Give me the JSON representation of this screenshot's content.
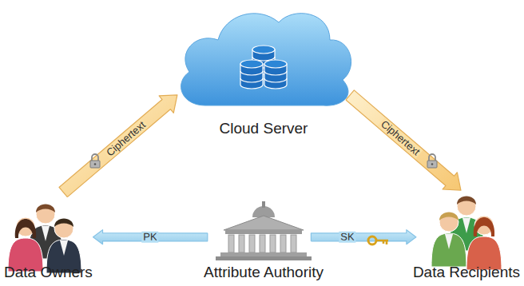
{
  "diagram": {
    "nodes": [
      {
        "text": [
          "Cloud Server"
        ]
      },
      {
        "text": [
          "Data Owners"
        ]
      },
      {
        "text": [
          "Attribute Authority"
        ]
      },
      {
        "text": [
          "Data Recipients"
        ]
      }
    ],
    "edges": [
      {
        "from": 1,
        "to": 0,
        "label": "Ciphertext",
        "arrow": "to"
      },
      {
        "from": 0,
        "to": 3,
        "label": "Ciphertext",
        "arrow": "to"
      },
      {
        "from": 2,
        "to": 1,
        "label": "PK",
        "arrow": "to"
      },
      {
        "from": 2,
        "to": 3,
        "label": "SK",
        "arrow": "to"
      }
    ]
  }
}
